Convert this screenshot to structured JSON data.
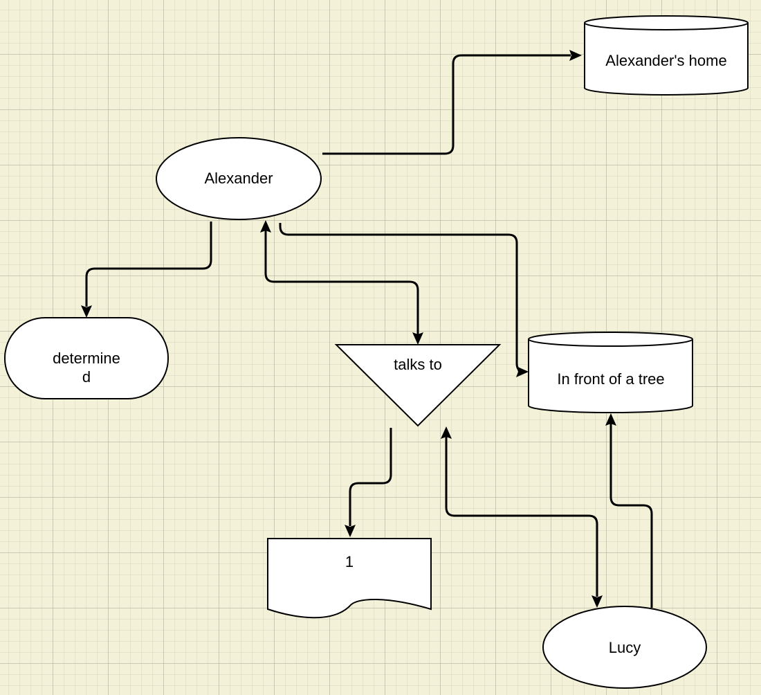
{
  "nodes": {
    "alexanders_home": "Alexander's home",
    "alexander": "Alexander",
    "determined_line1": "determine",
    "determined_line2": "d",
    "talks_to": "talks to",
    "in_front_of_tree": "In front of a tree",
    "document_1": "1",
    "lucy": "Lucy"
  },
  "colors": {
    "background": "#f4f1d9",
    "shape_fill": "#ffffff",
    "stroke": "#000000"
  }
}
